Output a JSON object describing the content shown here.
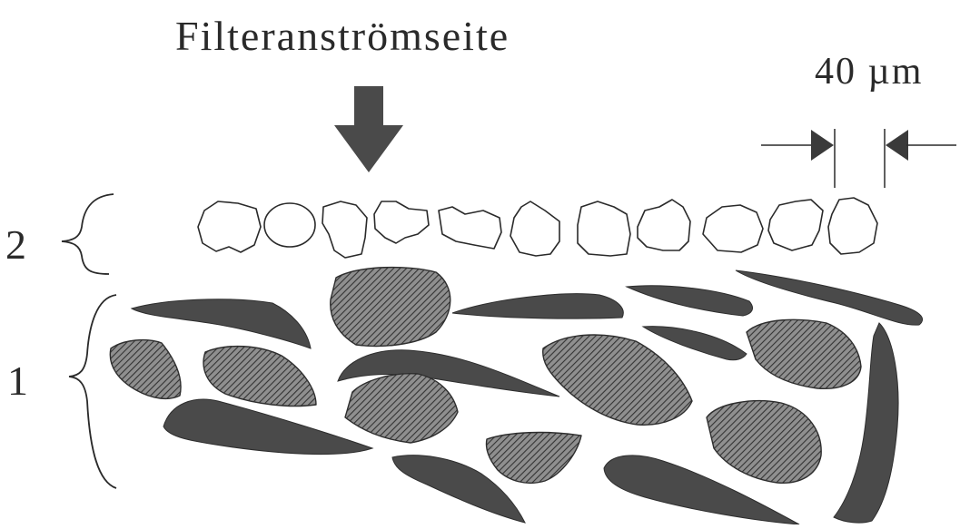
{
  "diagram": {
    "inflow_label": "Filteranströmseite",
    "scale_label": "40 µm",
    "layer_2_label": "2",
    "layer_1_label": "1",
    "colors": {
      "ink": "#2a2a2a",
      "fiber": "#4a4a4a",
      "particle_fill": "#ffffff",
      "hatch_bg": "#8c8c8c",
      "hatch_line": "#3a3a3a"
    }
  }
}
